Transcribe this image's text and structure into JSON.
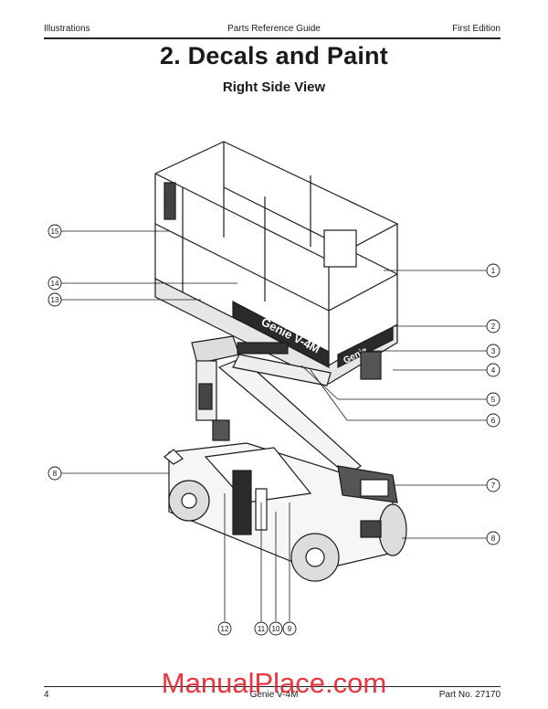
{
  "header": {
    "left": "Illustrations",
    "center": "Parts Reference Guide",
    "right": "First Edition"
  },
  "title": "2. Decals and Paint",
  "subtitle": "Right Side View",
  "drawing": {
    "callouts_left": [
      "15",
      "14",
      "13",
      "8"
    ],
    "callouts_right": [
      "1",
      "2",
      "3",
      "4",
      "5",
      "6",
      "7",
      "8"
    ],
    "callouts_bottom": [
      "12",
      "11",
      "10",
      "9"
    ],
    "decal_main": "Genie V-4M",
    "decal_side": "Genie"
  },
  "footer": {
    "page": "4",
    "center": "Genie V-4M",
    "right": "Part No. 27170"
  },
  "watermark": "ManualPlace.com"
}
